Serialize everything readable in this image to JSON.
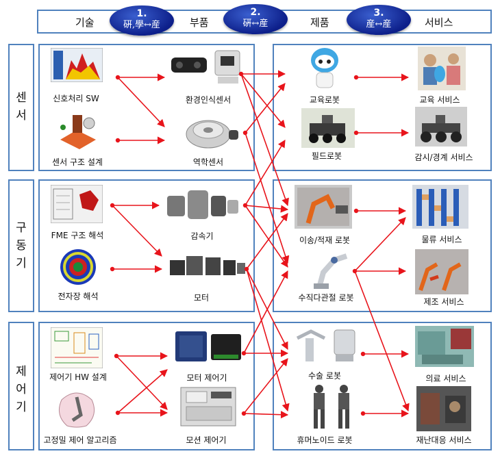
{
  "header": {
    "col1": "기술",
    "col2": "부품",
    "col3": "제품",
    "col4": "서비스",
    "step1": {
      "num": "1.",
      "text": "硏,學↔産"
    },
    "step2": {
      "num": "2.",
      "text": "硏↔産"
    },
    "step3": {
      "num": "3.",
      "text": "産↔産"
    }
  },
  "categories": {
    "sensor": "센\n서",
    "drive": "구\n동\n기",
    "control": "제\n어\n기"
  },
  "tech": {
    "signal_sw": "신호처리 SW",
    "sensor_design": "센서 구조 설계",
    "fme": "FME 구조 해석",
    "em_field": "전자장 해석",
    "ctrl_hw": "제어기 HW 설계",
    "algo": "고정밀 제어 알고리즘"
  },
  "parts": {
    "env_sensor": "환경인식센서",
    "force_sensor": "역학센서",
    "reducer": "감속기",
    "motor": "모터",
    "motor_ctrl": "모터 제어기",
    "motion_ctrl": "모션 제어기"
  },
  "products": {
    "edu_robot": "교육로봇",
    "field_robot": "필드로봇",
    "transfer_robot": "이송/적재 로봇",
    "multi_joint": "수직다관절 로봇",
    "surgical": "수술 로봇",
    "humanoid": "휴머노이드 로봇"
  },
  "services": {
    "edu": "교육 서비스",
    "surveil": "감시/경계 서비스",
    "logistics": "물류 서비스",
    "manufacturing": "제조 서비스",
    "medical": "의료 서비스",
    "disaster": "재난대응 서비스"
  },
  "colors": {
    "frame": "#4f81bd",
    "arrow": "#e8141b",
    "ellipse": "#0d1f8a"
  }
}
